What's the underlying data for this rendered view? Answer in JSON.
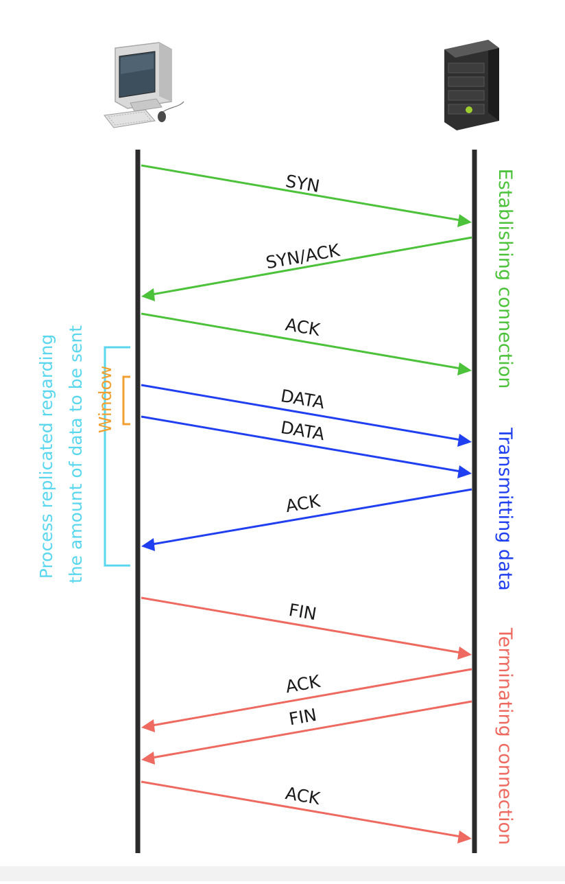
{
  "diagram": {
    "endpoints": [
      {
        "name": "client",
        "icon": "desktop-computer-icon"
      },
      {
        "name": "server",
        "icon": "server-tower-icon"
      }
    ],
    "messages": [
      {
        "label": "SYN",
        "direction": "client-to-server",
        "phase": "establish"
      },
      {
        "label": "SYN/ACK",
        "direction": "server-to-client",
        "phase": "establish"
      },
      {
        "label": "ACK",
        "direction": "client-to-server",
        "phase": "establish"
      },
      {
        "label": "DATA",
        "direction": "client-to-server",
        "phase": "transmit"
      },
      {
        "label": "DATA",
        "direction": "client-to-server",
        "phase": "transmit"
      },
      {
        "label": "ACK",
        "direction": "server-to-client",
        "phase": "transmit"
      },
      {
        "label": "FIN",
        "direction": "client-to-server",
        "phase": "terminate"
      },
      {
        "label": "ACK",
        "direction": "server-to-client",
        "phase": "terminate"
      },
      {
        "label": "FIN",
        "direction": "server-to-client",
        "phase": "terminate"
      },
      {
        "label": "ACK",
        "direction": "client-to-server",
        "phase": "terminate"
      }
    ],
    "phases": {
      "establish": {
        "label": "Establishing connection",
        "color": "#4cc23a"
      },
      "transmit": {
        "label": "Transmitting data",
        "color": "#1f3ff0"
      },
      "terminate": {
        "label": "Terminating connection",
        "color": "#ee6a60"
      }
    },
    "process_note": {
      "line1": "Process replicated regarding",
      "line2": "the amount of data to be sent",
      "color": "#5ad7ee"
    },
    "window": {
      "label": "Window",
      "color": "#f0a030"
    },
    "lifeline_color": "#2b2b2b"
  }
}
